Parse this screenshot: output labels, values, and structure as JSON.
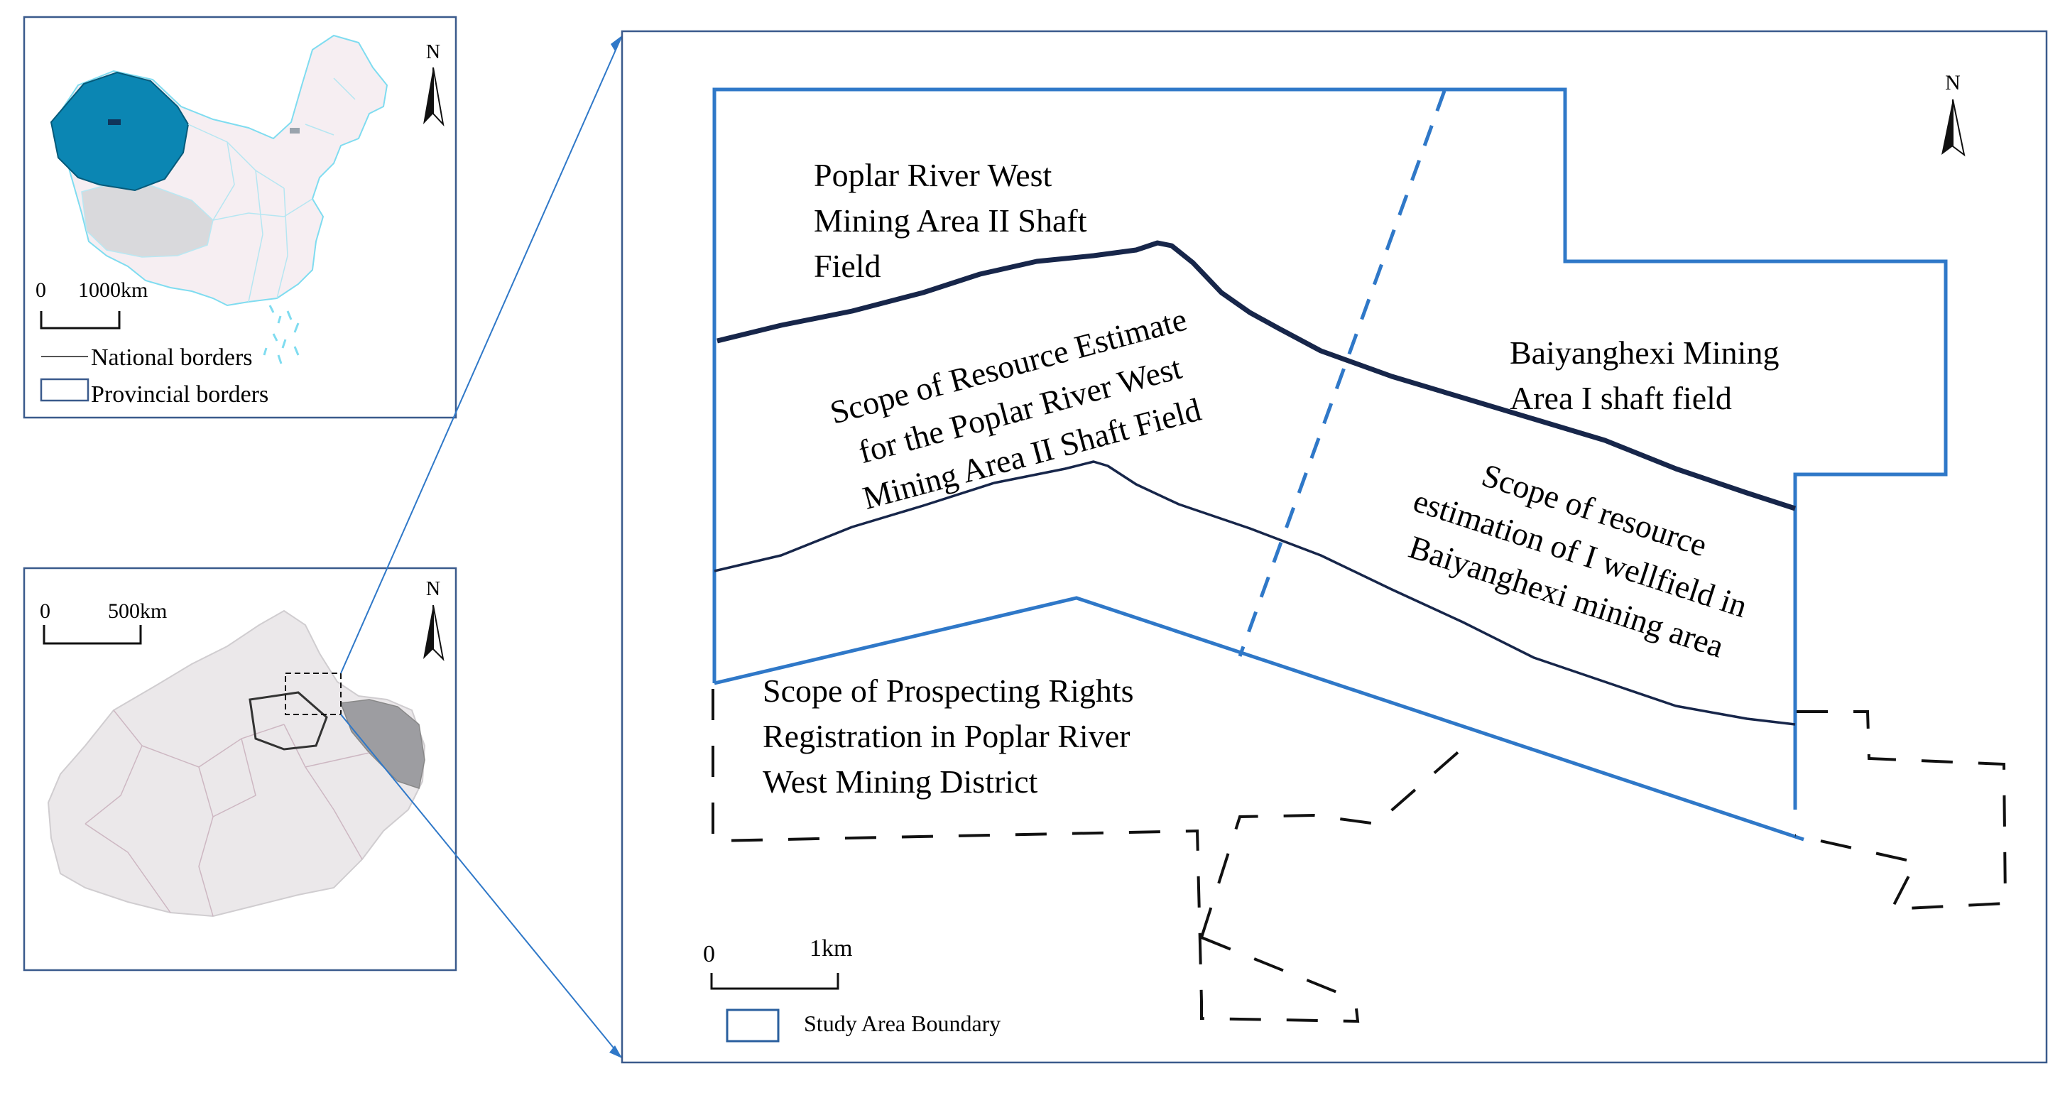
{
  "colors": {
    "boundary_blue": "#2f78c8",
    "coal_seam": "#17264a",
    "frame": "#3a5a8c",
    "xinjiang_fill": "#0b86b3",
    "china_outline": "#7fdcf0",
    "dash_line": "#111111",
    "region_grey": "#cfcfcf"
  },
  "china_inset": {
    "north_label": "N",
    "scale_zero": "0",
    "scale_end": "1000km",
    "legend": {
      "national": "National borders",
      "provincial": "Provincial borders"
    }
  },
  "xinjiang_inset": {
    "north_label": "N",
    "scale_zero": "0",
    "scale_end": "500km"
  },
  "main_map": {
    "north_label": "N",
    "scale_zero": "0",
    "scale_end": "1km",
    "legend_label": "Study Area Boundary",
    "labels": {
      "poplar_shaft": [
        "Poplar River West",
        "Mining Area II Shaft",
        "Field"
      ],
      "poplar_resource": [
        "Scope of Resource Estimate",
        "for the Poplar River West",
        "Mining Area II Shaft Field"
      ],
      "baiyang_shaft": [
        "Baiyanghexi Mining",
        "Area I shaft field"
      ],
      "baiyang_resource": [
        "Scope of resource",
        "estimation of I wellfield in",
        "Baiyanghexi mining area"
      ],
      "prospecting": [
        "Scope of Prospecting Rights",
        "Registration in Poplar River",
        "West Mining District"
      ]
    }
  }
}
